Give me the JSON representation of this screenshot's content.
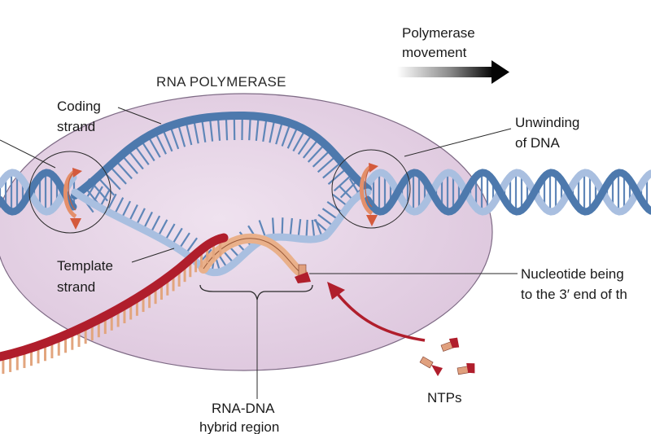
{
  "labels": {
    "polymerase_movement": [
      "Polymerase",
      "movement"
    ],
    "rna_polymerase": "RNA POLYMERASE",
    "coding_strand": [
      "Coding",
      "strand"
    ],
    "unwinding": [
      "Unwinding",
      "of DNA"
    ],
    "template_strand": [
      "Template",
      "strand"
    ],
    "nucleotide_added": [
      "Nucleotide being",
      "to the 3′ end of th"
    ],
    "rna_dna_hybrid": [
      "RNA-DNA",
      "hybrid region"
    ],
    "ntps": "NTPs"
  },
  "colors": {
    "polymerase_body": "#e6d3e6",
    "polymerase_edge": "#7e6a85",
    "dna_dark": "#4d79ad",
    "dna_light": "#a9bfe0",
    "rna": "#b01e2c",
    "rna_tooth": "#e2a57e",
    "rotation_arrow": "#e48f6a",
    "entry_arrow": "#b01e2c",
    "ntp_base": "#e0a07e"
  },
  "icons": {
    "direction_arrow": "right-arrow-icon",
    "rotation_front": "rotation-arrow-icon",
    "rotation_back": "rotation-arrow-icon",
    "ntp_entry": "curved-arrow-icon"
  }
}
